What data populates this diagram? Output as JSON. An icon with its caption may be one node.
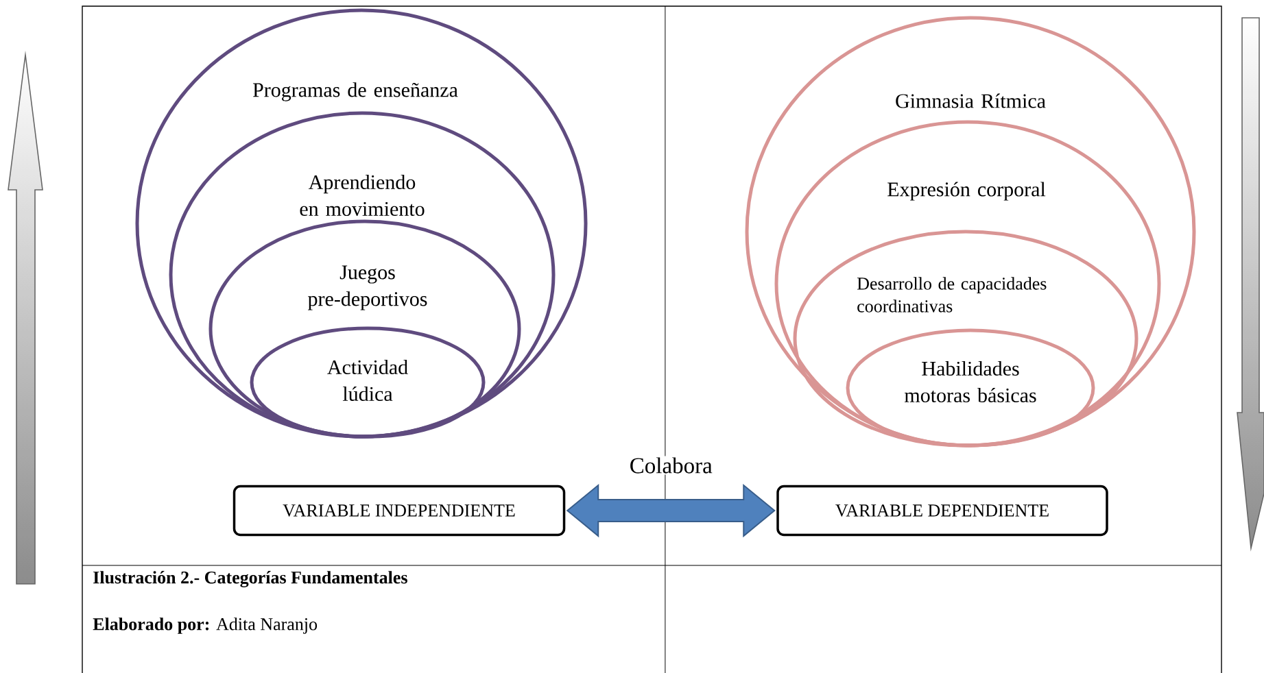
{
  "diagram": {
    "caption": "Ilustración 2.- Categorías Fundamentales",
    "nodes": [
      {
        "text": [
          "Programas de enseñanza"
        ]
      },
      {
        "text": [
          "Aprendiendo en movimiento"
        ],
        "in": 0
      },
      {
        "text": [
          "Juegos pre-deportivos"
        ],
        "in": 1
      },
      {
        "text": [
          "Actividad lúdica"
        ],
        "in": 2
      },
      {
        "text": [
          "Gimnasia Rítmica"
        ]
      },
      {
        "text": [
          "Expresión corporal"
        ],
        "in": 4
      },
      {
        "text": [
          "Desarrollo de capacidades coordinativas"
        ],
        "in": 5
      },
      {
        "text": [
          "Habilidades motoras básicas"
        ],
        "in": 6
      },
      {
        "text": [
          "VARIABLE INDEPENDIENTE"
        ]
      },
      {
        "text": [
          "VARIABLE DEPENDIENTE"
        ]
      }
    ],
    "edges": [
      {
        "from": 8,
        "to": 9,
        "arrow": "both",
        "label": "Colabora"
      }
    ],
    "labels": [
      "**Elaborado por:** Adita Naranjo"
    ]
  }
}
